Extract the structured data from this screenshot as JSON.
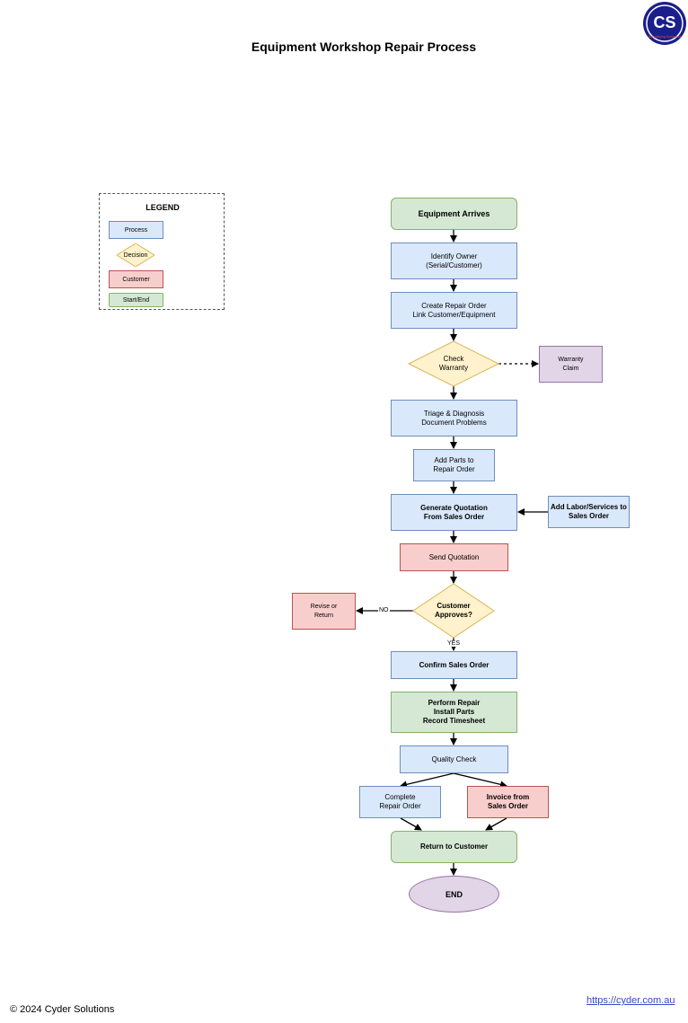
{
  "title": "Equipment Workshop Repair Process",
  "logo": {
    "text": "CS",
    "tagline": "Simplifying Business"
  },
  "legend": {
    "title": "LEGEND",
    "process": "Process",
    "decision": "Decision",
    "customer": "Customer",
    "startend": "Start/End"
  },
  "nodes": {
    "equipment_arrives": "Equipment Arrives",
    "identify_owner": "Identify Owner\n(Serial/Customer)",
    "create_repair_order": "Create Repair Order\nLink Customer/Equipment",
    "check_warranty": "Check\nWarranty",
    "warranty_claim": "Warranty\nClaim",
    "triage": "Triage & Diagnosis\nDocument Problems",
    "add_parts": "Add Parts to\nRepair Order",
    "generate_quotation": "Generate Quotation\nFrom Sales Order",
    "add_labor": "Add Labor/Services to\nSales Order",
    "send_quotation": "Send Quotation",
    "customer_approves": "Customer\nApproves?",
    "revise_return": "Revise or\nReturn",
    "confirm_sales_order": "Confirm Sales Order",
    "perform_repair": "Perform Repair\nInstall Parts\nRecord Timesheet",
    "quality_check": "Quality Check",
    "complete_repair_order": "Complete\nRepair Order",
    "invoice": "Invoice from\nSales Order",
    "return_to_customer": "Return to Customer",
    "end": "END"
  },
  "edge_labels": {
    "no": "NO",
    "yes": "YES"
  },
  "footer": {
    "copyright": "© 2024 Cyder Solutions",
    "link": "https://cyder.com.au"
  }
}
